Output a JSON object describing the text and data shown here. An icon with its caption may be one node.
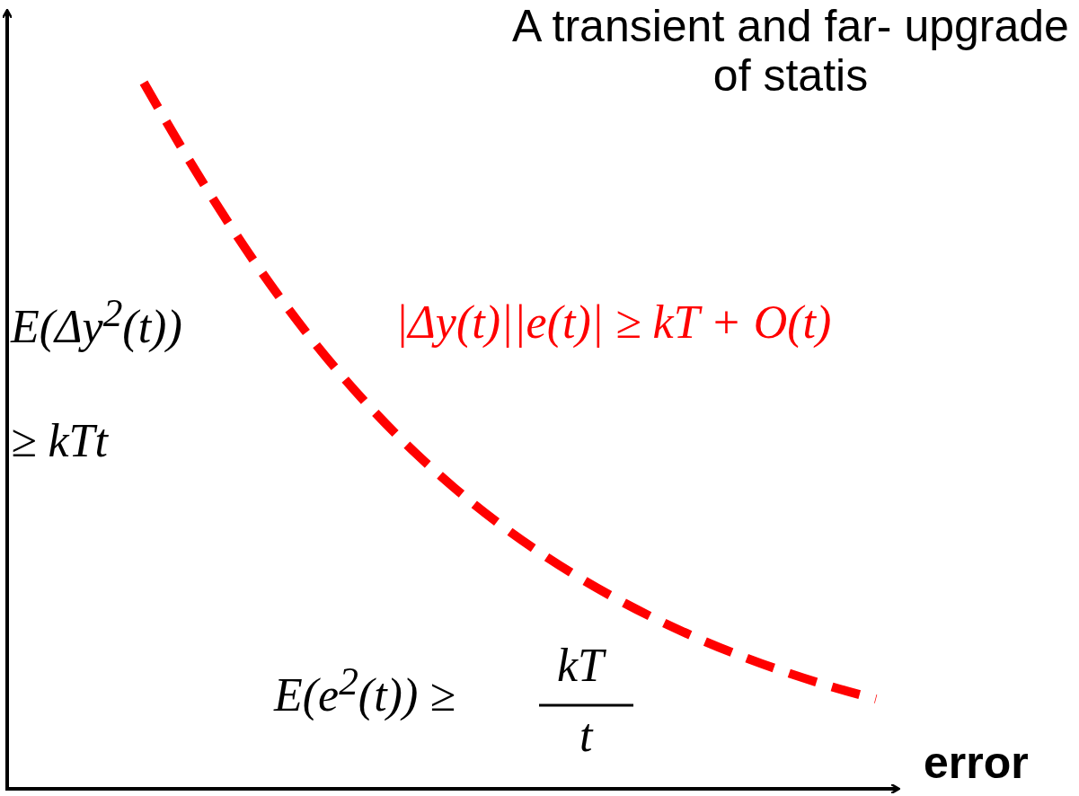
{
  "diagram": {
    "title": "A transient and far- upgrade of statis",
    "labels": [
      "E(Δy$^{2}$(t))",
      "≥ kTt",
      "|Δy(t)||e(t)| ≥ kT + O(t)",
      "E(e$^{2}$(t)) ≥",
      "kT",
      "t",
      "error"
    ]
  }
}
